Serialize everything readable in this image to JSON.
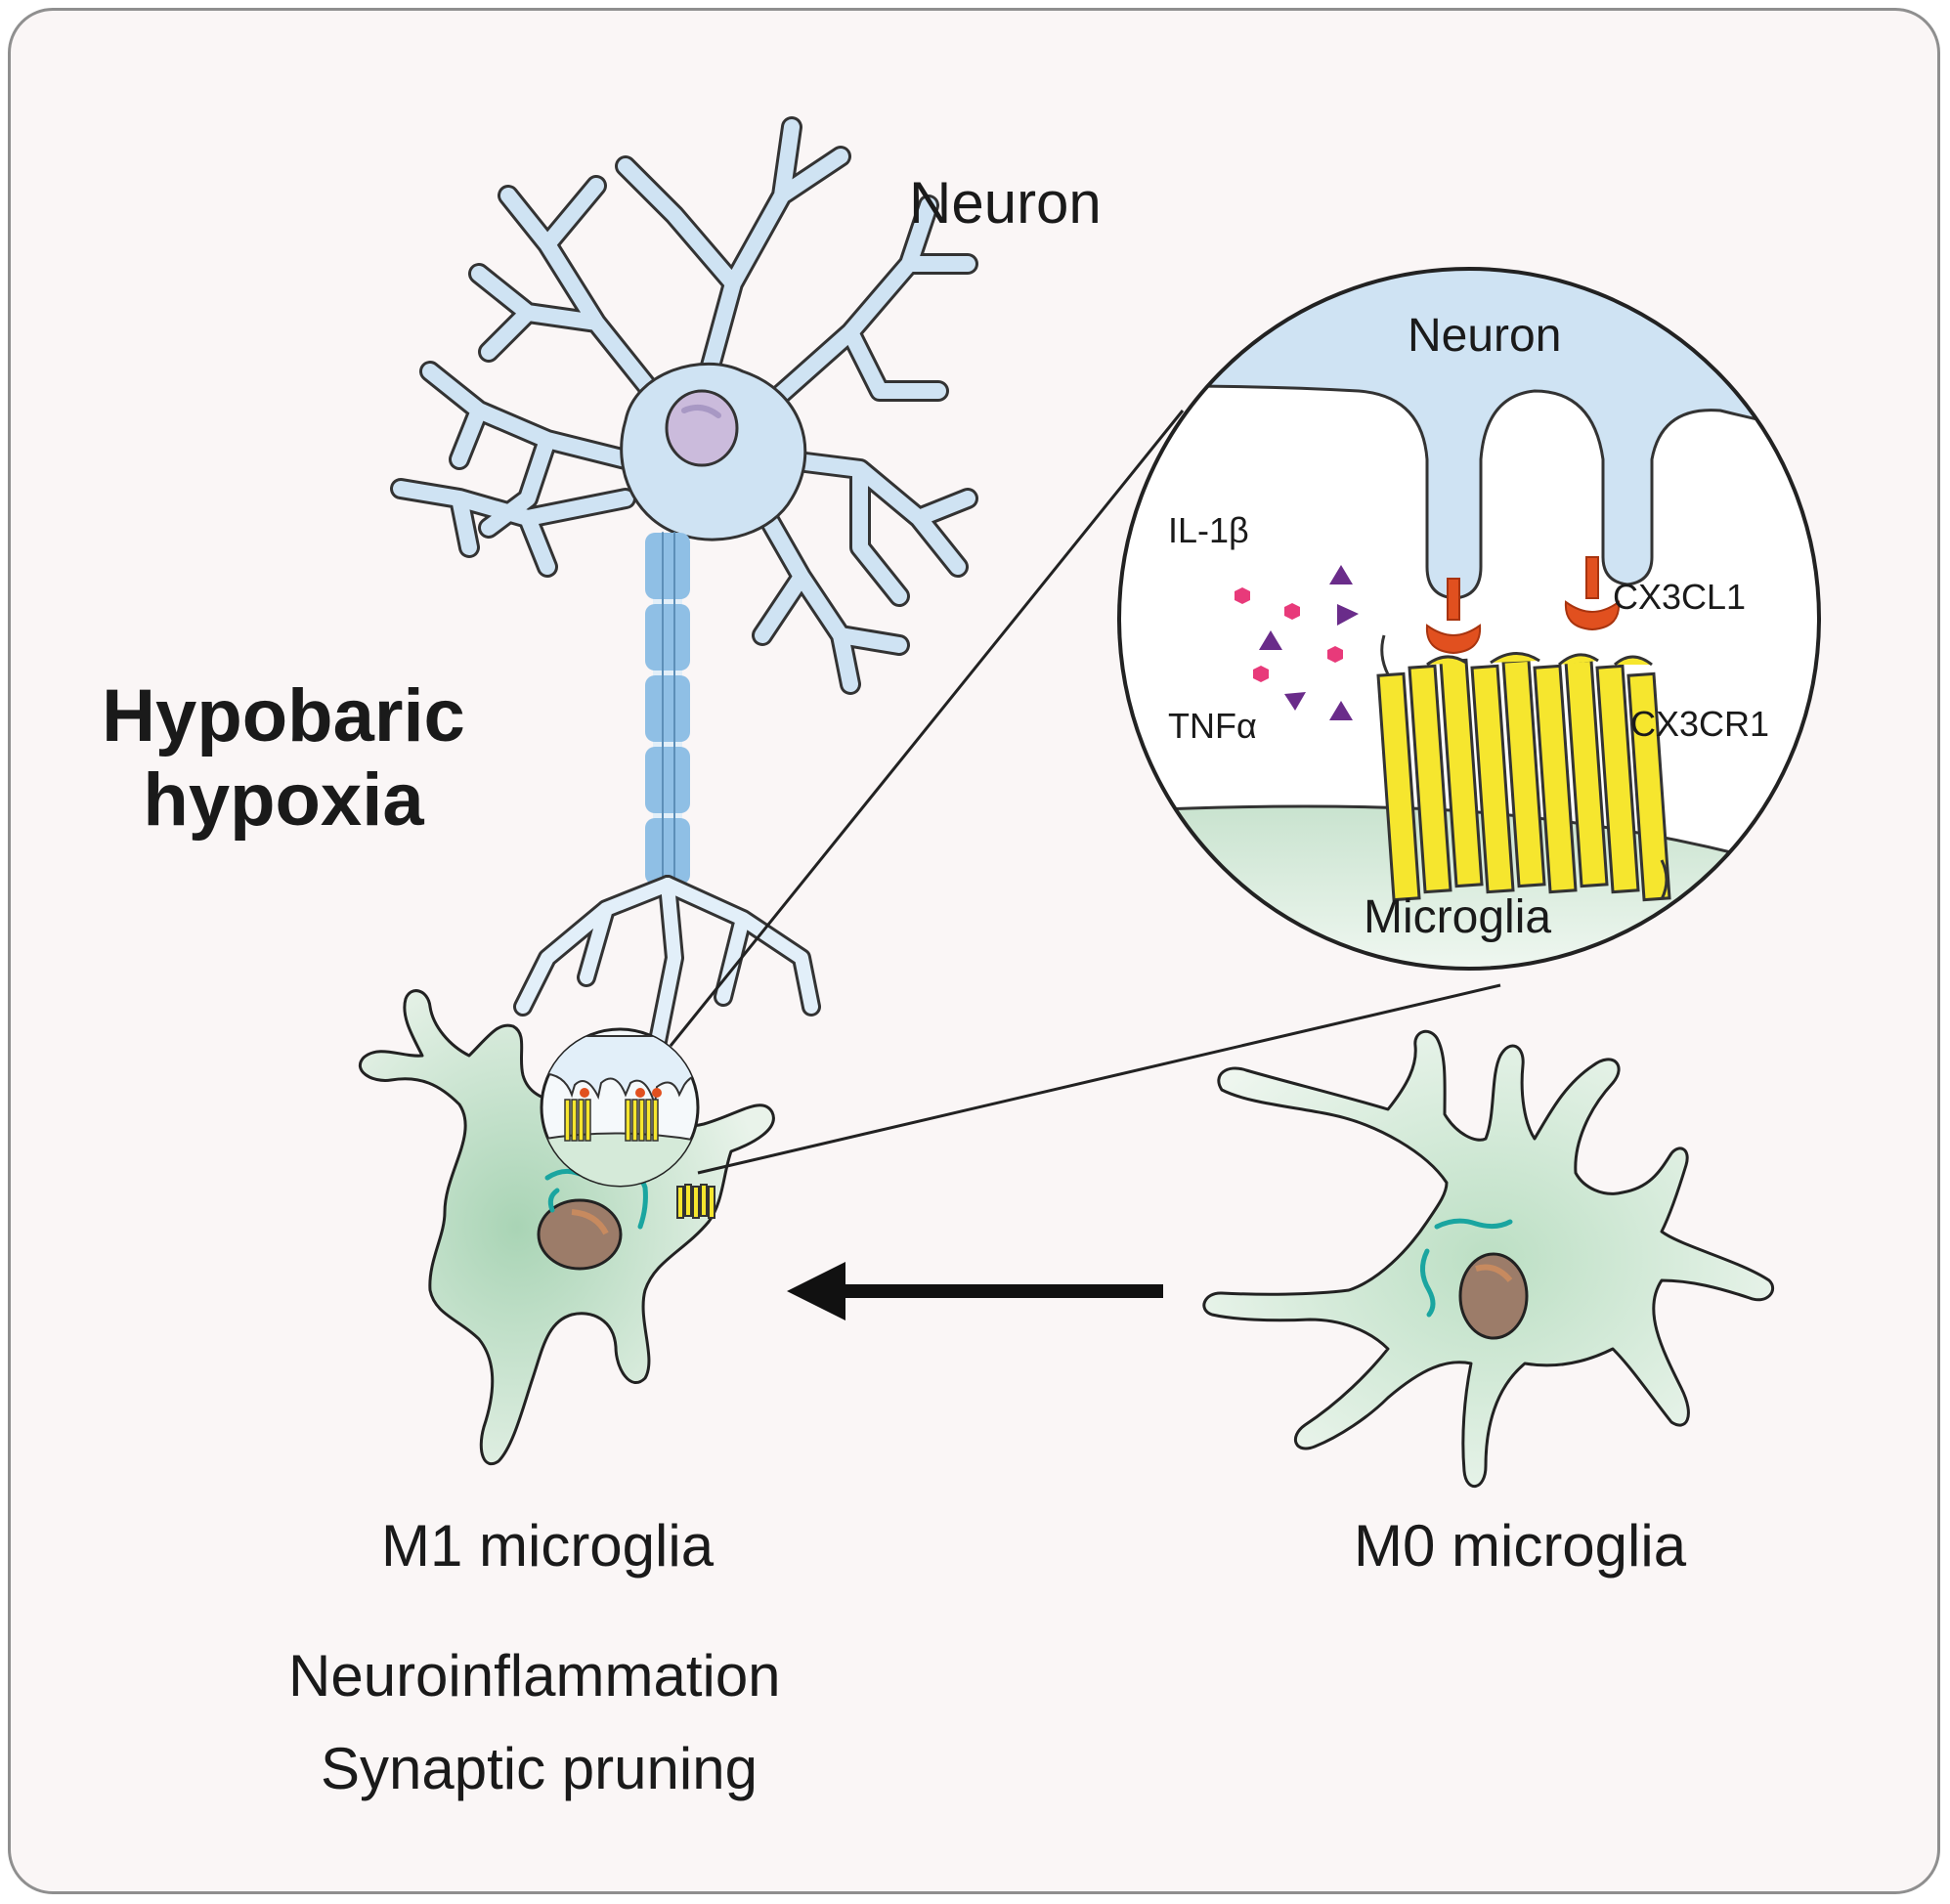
{
  "title": {
    "line1": "Hypobaric",
    "line2": "hypoxia"
  },
  "labels": {
    "neuron_main": "Neuron",
    "neuron_zoom": "Neuron",
    "microglia_zoom": "Microglia",
    "il1b": "IL-1β",
    "tnfa": "TNFα",
    "cx3cl1": "CX3CL1",
    "cx3cr1": "CX3CR1",
    "m1": "M1 microglia",
    "m0": "M0 microglia",
    "outcome1": "Neuroinflammation",
    "outcome2": "Synaptic pruning"
  },
  "colors": {
    "background": "#faf6f6",
    "border": "#8f8f8f",
    "neuron_fill": "#cfe3f3",
    "neuron_outline": "#333333",
    "myelin": "#8fbfe5",
    "neuron_nucleus": "#cbbbdc",
    "microglia_fill": "#ddeee0",
    "microglia_center": "#a9d4b5",
    "microglia_nucleus": "#9c7c69",
    "receptor": "#f6e62e",
    "ligand": "#e1501f",
    "il1b_marker": "#e83a7a",
    "tnfa_marker": "#6a2c8a",
    "vesicle": "#1aa5a0",
    "arrow": "#111111"
  },
  "icons": {
    "il1b": "pink-hexagon",
    "tnfa": "purple-triangle",
    "transition": "left-arrow"
  }
}
